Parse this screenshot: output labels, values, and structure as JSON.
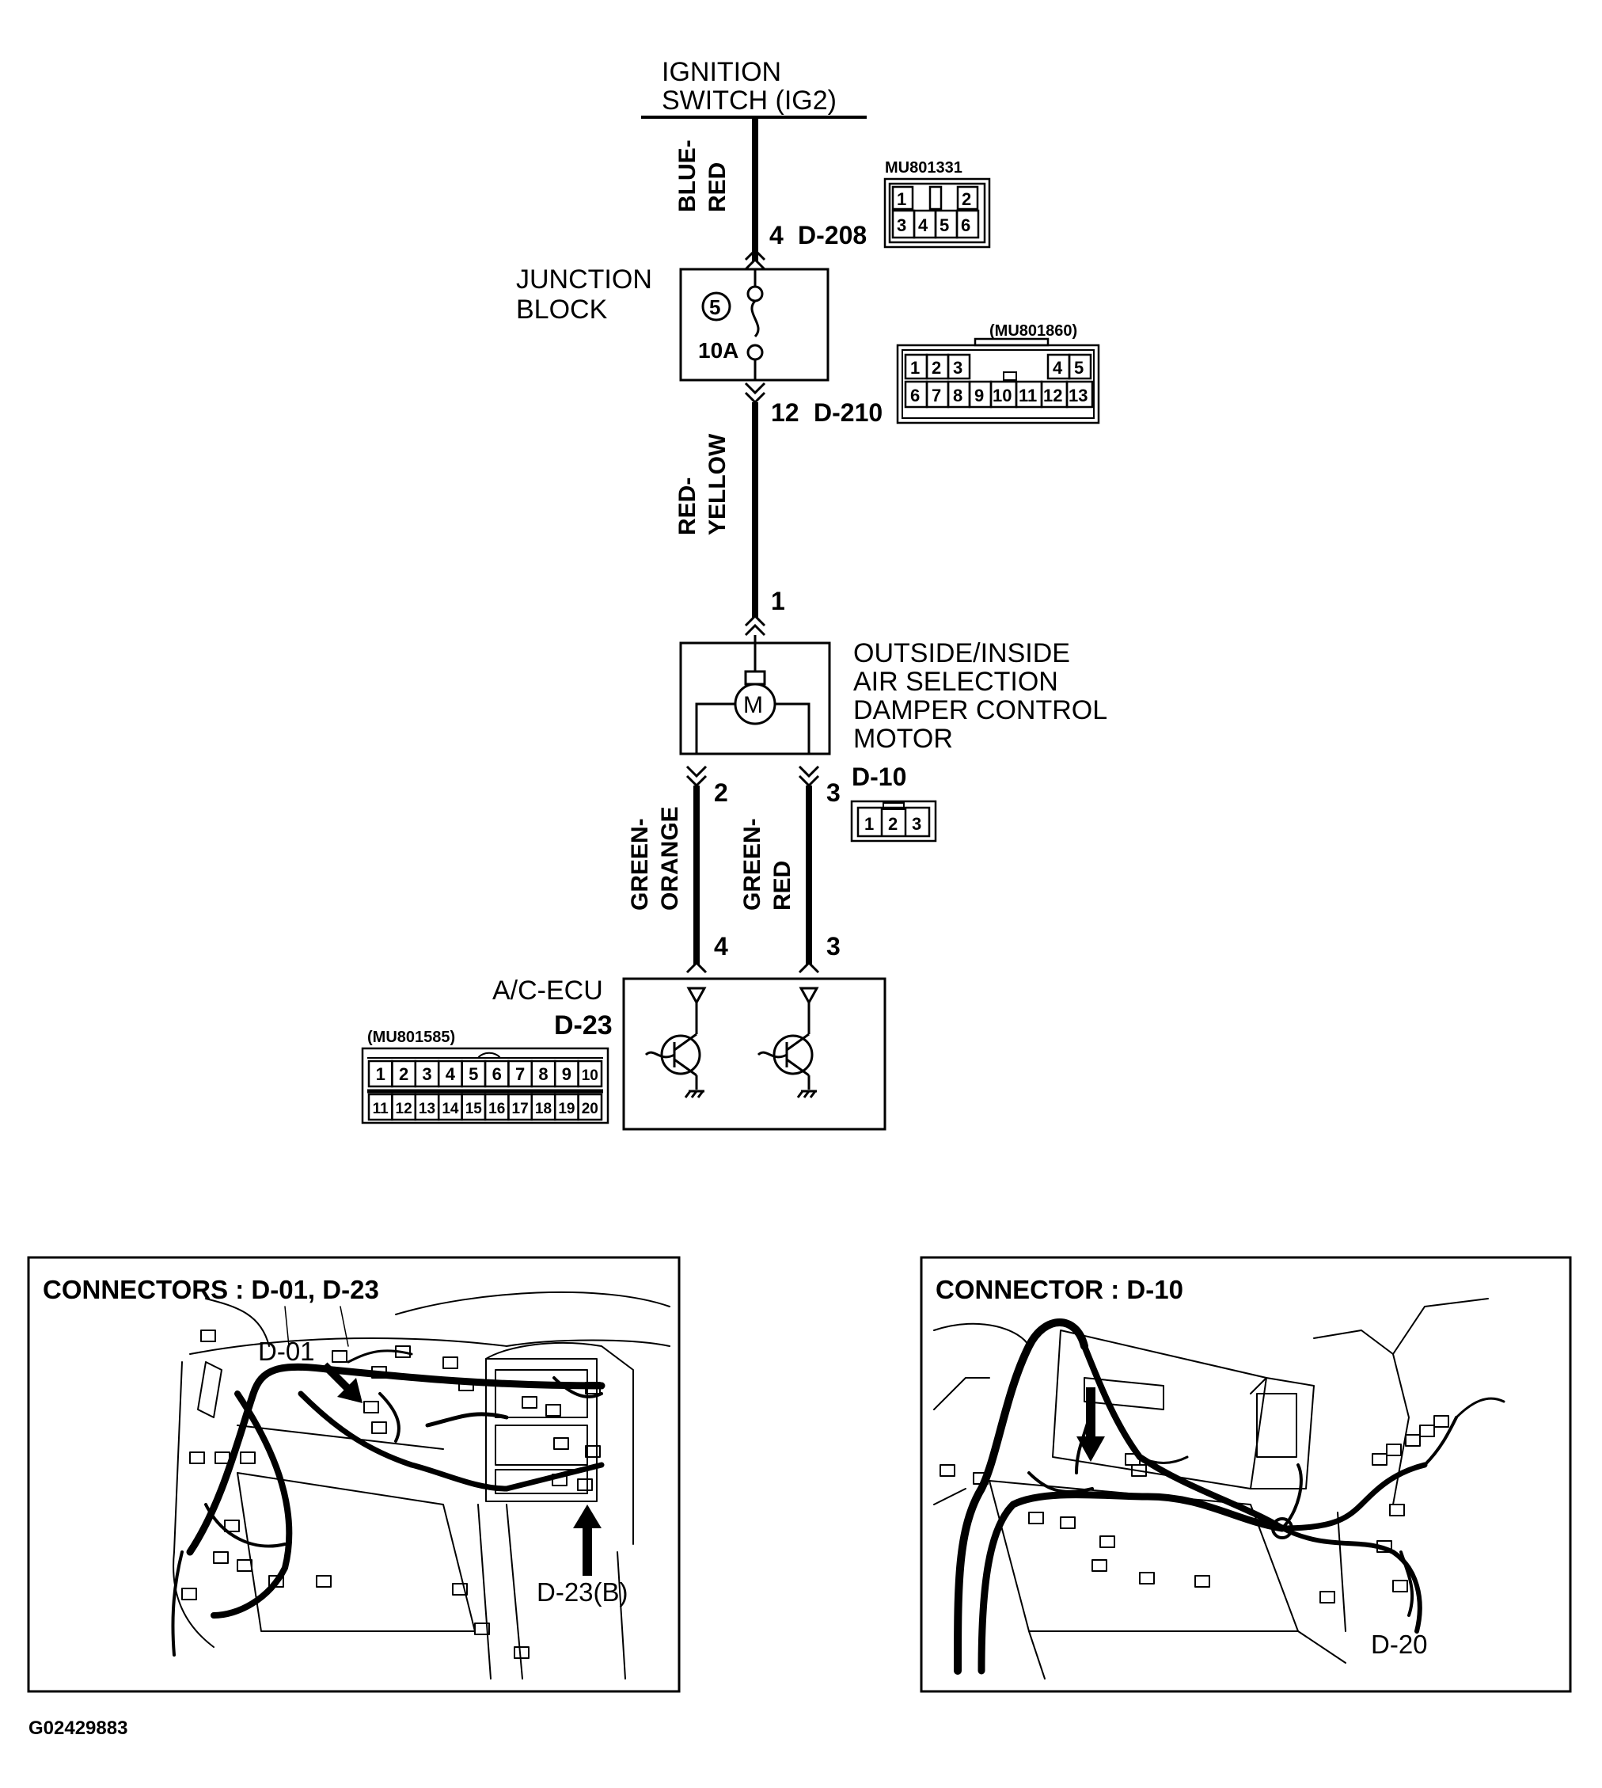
{
  "ignition": {
    "line1": "IGNITION",
    "line2": "SWITCH (IG2)"
  },
  "wire_blue_red": {
    "line1": "BLUE-",
    "line2": "RED"
  },
  "d208": {
    "pin": "4",
    "name": "D-208",
    "part": "MU801331",
    "cells": [
      "1",
      "2",
      "3",
      "4",
      "5",
      "6"
    ]
  },
  "junction": {
    "line1": "JUNCTION",
    "line2": "BLOCK",
    "fuse_no": "5",
    "fuse_rating": "10A"
  },
  "d210": {
    "pin": "12",
    "name": "D-210",
    "part": "(MU801860)",
    "cells": [
      "1",
      "2",
      "3",
      "4",
      "5",
      "6",
      "7",
      "8",
      "9",
      "10",
      "11",
      "12",
      "13"
    ]
  },
  "wire_red_yellow": {
    "line1": "RED-",
    "line2": "YELLOW"
  },
  "motor": {
    "pin_in": "1",
    "line1": "OUTSIDE/INSIDE",
    "line2": "AIR SELECTION",
    "line3": "DAMPER CONTROL",
    "line4": "MOTOR",
    "symbol": "M"
  },
  "d10": {
    "pin_left": "2",
    "pin_right": "3",
    "name": "D-10",
    "cells": [
      "1",
      "2",
      "3"
    ]
  },
  "wire_green_orange": {
    "line1": "GREEN-",
    "line2": "ORANGE"
  },
  "wire_green_red": {
    "line1": "GREEN-",
    "line2": "RED"
  },
  "ecu": {
    "pin_left": "4",
    "pin_right": "3",
    "line1": "A/C-ECU",
    "name": "D-23"
  },
  "d23": {
    "part": "(MU801585)",
    "row1": [
      "1",
      "2",
      "3",
      "4",
      "5",
      "6",
      "7",
      "8",
      "9",
      "10"
    ],
    "row2": [
      "11",
      "12",
      "13",
      "14",
      "15",
      "16",
      "17",
      "18",
      "19",
      "20"
    ]
  },
  "panel_left": {
    "title": "CONNECTORS : D-01, D-23",
    "callout_d01": "D-01",
    "callout_d23": "D-23(B)"
  },
  "panel_right": {
    "title": "CONNECTOR : D-10",
    "callout_d20": "D-20"
  },
  "figure_id": "G02429883"
}
